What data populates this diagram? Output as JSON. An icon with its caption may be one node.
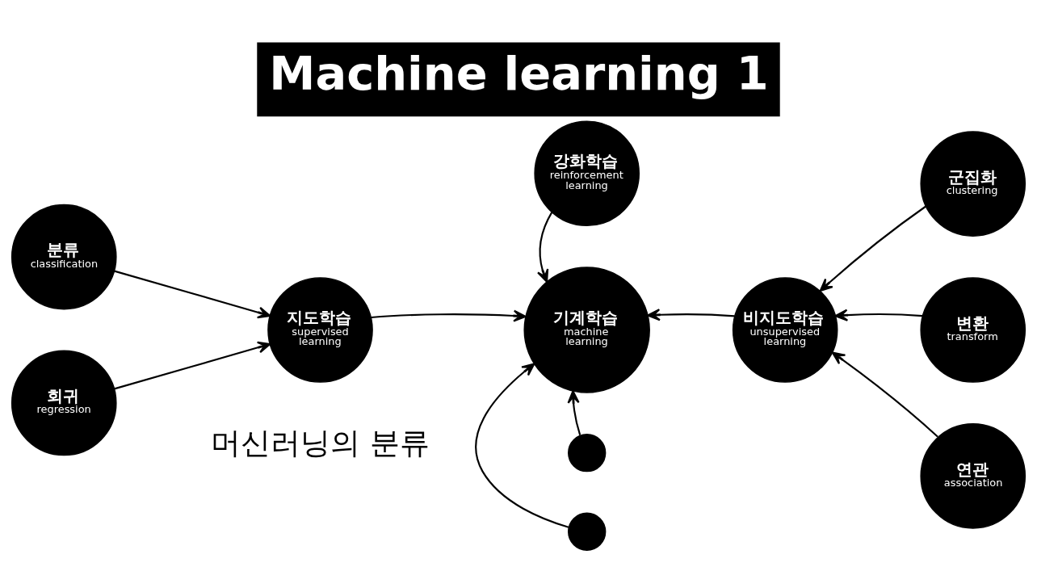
{
  "diagram": {
    "title": "Machine learning 1",
    "nodes": [
      {
        "text": [
          "강화학습",
          "reinforcement learning"
        ]
      },
      {
        "text": [
          "군집화",
          "clustering"
        ]
      },
      {
        "text": [
          "분류",
          "classification"
        ]
      },
      {
        "text": [
          "지도학습",
          "supervised learning"
        ]
      },
      {
        "text": [
          "기계학습",
          "machine learning"
        ]
      },
      {
        "text": [
          "비지도학습",
          "unsupervised learning"
        ]
      },
      {
        "text": [
          "변환",
          "transform"
        ]
      },
      {
        "text": [
          "회귀",
          "regression"
        ]
      },
      {
        "text": [
          "연관",
          "association"
        ]
      },
      {
        "text": [],
        "shape": "circle"
      },
      {
        "text": [],
        "shape": "circle"
      }
    ],
    "edges": [
      {
        "from": 0,
        "to": 4,
        "arrow": "to"
      },
      {
        "from": 2,
        "to": 3,
        "arrow": "to"
      },
      {
        "from": 7,
        "to": 3,
        "arrow": "to"
      },
      {
        "from": 3,
        "to": 4,
        "arrow": "to"
      },
      {
        "from": 5,
        "to": 4,
        "arrow": "to"
      },
      {
        "from": 1,
        "to": 5,
        "arrow": "to"
      },
      {
        "from": 6,
        "to": 5,
        "arrow": "to"
      },
      {
        "from": 8,
        "to": 5,
        "arrow": "to"
      },
      {
        "from": 9,
        "to": 4,
        "arrow": "to"
      },
      {
        "from": 10,
        "to": 4,
        "arrow": "to"
      }
    ],
    "labels": [
      "머신러닝의 분류"
    ]
  }
}
